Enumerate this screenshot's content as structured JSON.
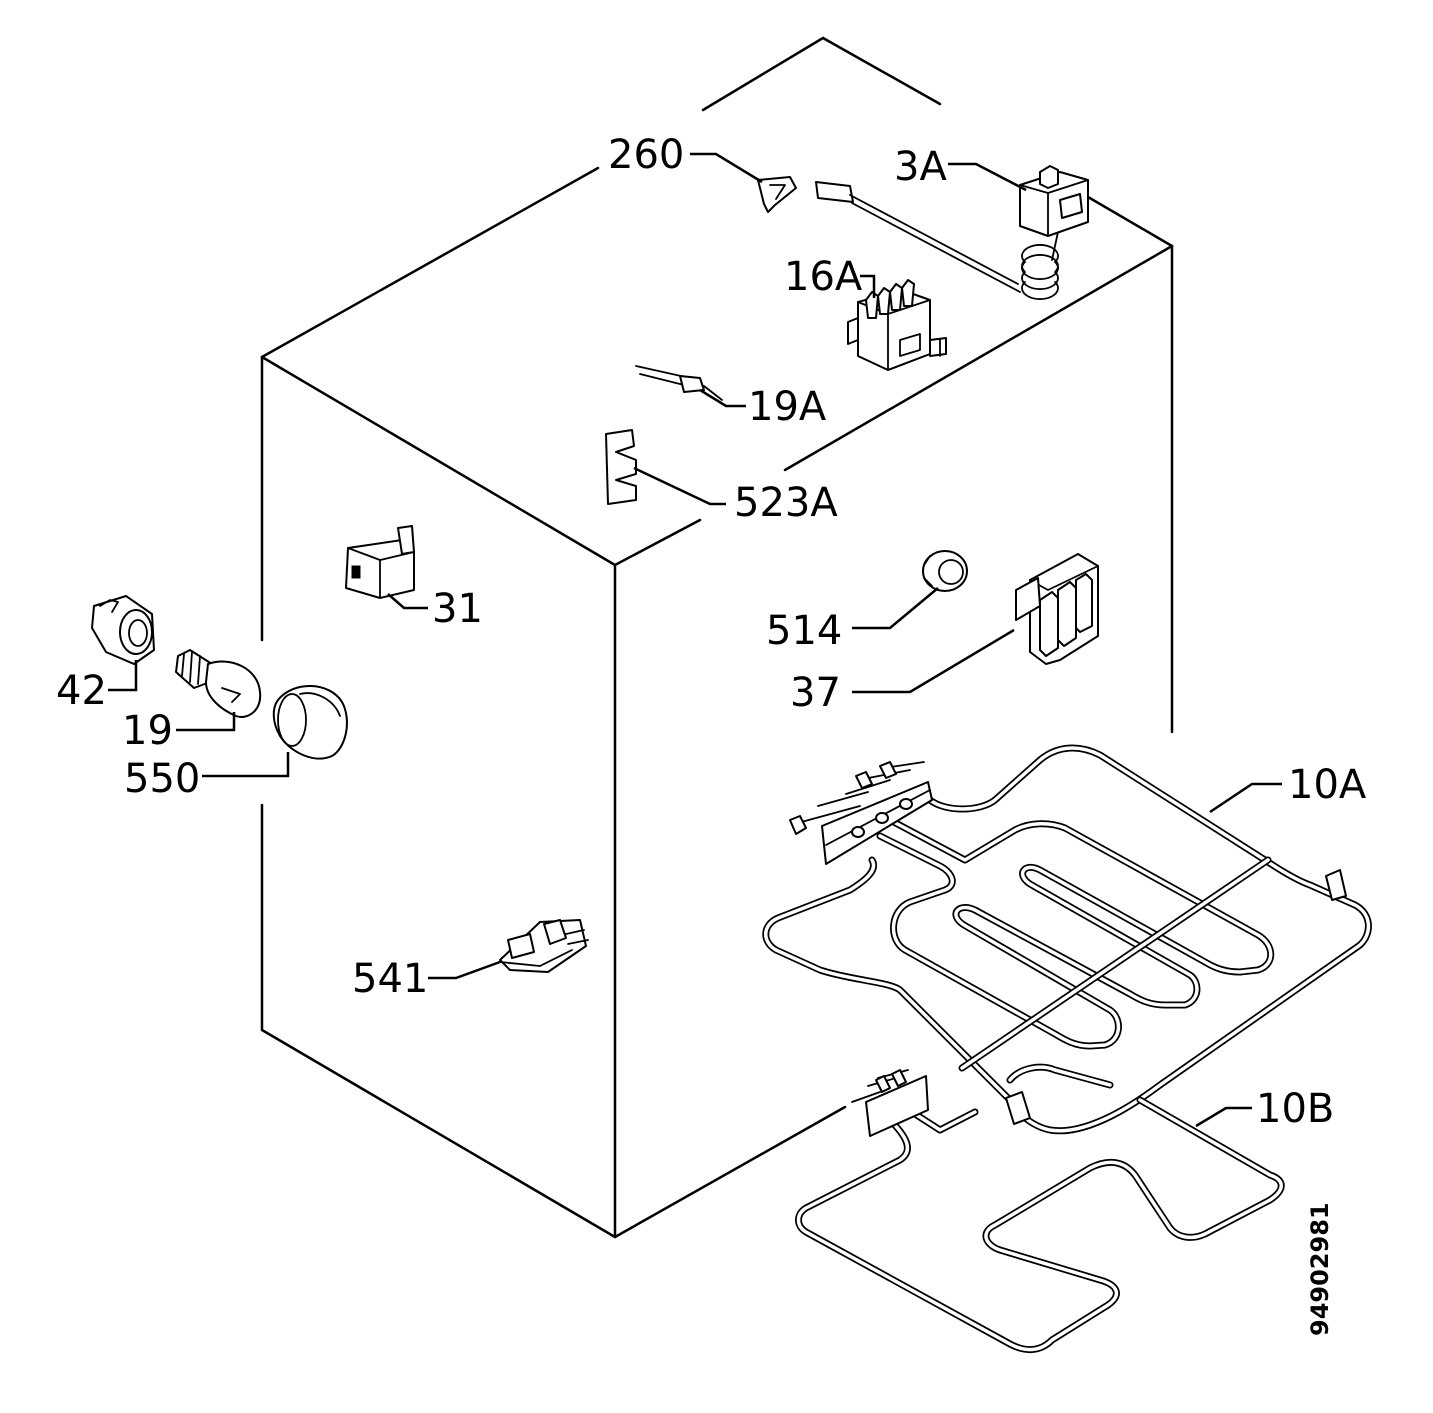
{
  "diagram": {
    "callouts": {
      "c260": "260",
      "c3a": "3A",
      "c16a": "16A",
      "c19a": "19A",
      "c523a": "523A",
      "c31": "31",
      "c42": "42",
      "c19": "19",
      "c550": "550",
      "c514": "514",
      "c37": "37",
      "c10a": "10A",
      "c10b": "10B",
      "c541": "541"
    },
    "document_number": "94902981"
  }
}
